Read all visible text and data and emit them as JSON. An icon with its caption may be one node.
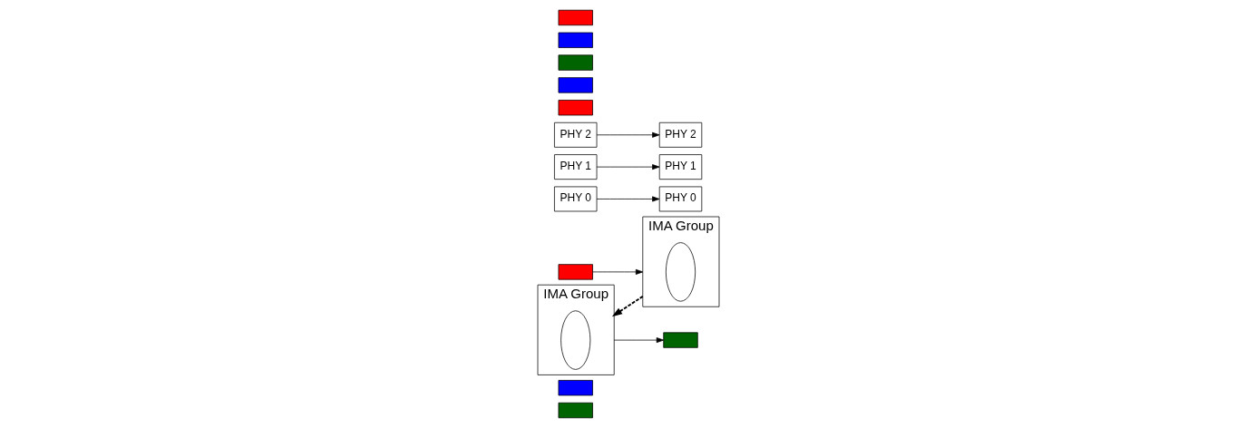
{
  "diagram": {
    "nodes": [
      {
        "text": [],
        "shape": "box"
      },
      {
        "text": [],
        "shape": "box"
      },
      {
        "text": [],
        "shape": "box"
      },
      {
        "text": [
          "IMA Group"
        ]
      },
      {
        "text": [],
        "shape": "circle",
        "in": 3
      },
      {
        "text": [
          "PHY 0"
        ]
      },
      {
        "text": [
          "PHY 1"
        ]
      },
      {
        "text": [
          "PHY 2"
        ]
      },
      {
        "text": [],
        "shape": "box"
      },
      {
        "text": [],
        "shape": "box"
      },
      {
        "text": [],
        "shape": "box"
      },
      {
        "text": [
          "PHY 0"
        ]
      },
      {
        "text": [
          "PHY 1"
        ]
      },
      {
        "text": [
          "PHY 2"
        ]
      },
      {
        "text": [
          "IMA Group"
        ]
      },
      {
        "text": [],
        "shape": "circle",
        "in": 14
      },
      {
        "text": [],
        "shape": "box"
      },
      {
        "text": [],
        "shape": "box"
      },
      {
        "text": [],
        "shape": "box"
      }
    ],
    "edges": [
      {
        "from": 2,
        "to": 3,
        "arrow": "to"
      },
      {
        "from": 5,
        "to": 11,
        "arrow": "to"
      },
      {
        "from": 6,
        "to": 12,
        "arrow": "to"
      },
      {
        "from": 7,
        "to": 13,
        "arrow": "to"
      },
      {
        "from": 14,
        "to": 16,
        "arrow": "to"
      },
      {
        "from": 3,
        "to": 14,
        "arrow": "to",
        "style": "dashed"
      }
    ]
  }
}
